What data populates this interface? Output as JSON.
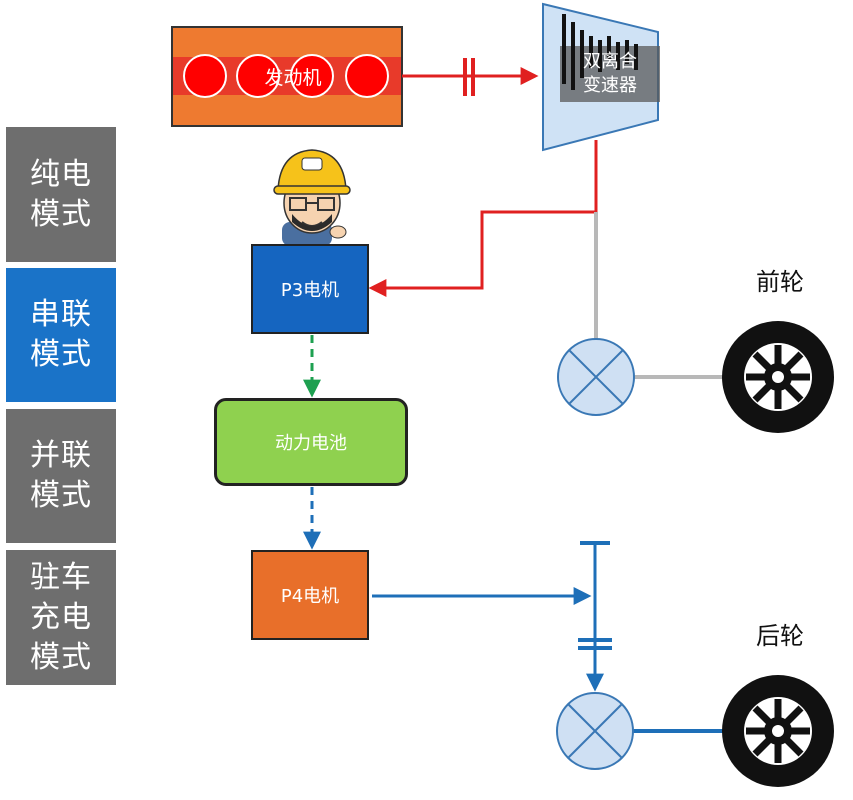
{
  "modes": [
    {
      "label": "纯电\n模式",
      "active": false
    },
    {
      "label": "串联\n模式",
      "active": true
    },
    {
      "label": "并联\n模式",
      "active": false
    },
    {
      "label": "驻车\n充电\n模式",
      "active": false
    }
  ],
  "components": {
    "engine": "发动机",
    "gearbox": "双离合\n变速器",
    "p3_motor": "P3电机",
    "battery": "动力电池",
    "p4_motor": "P4电机"
  },
  "wheels": {
    "front": "前轮",
    "rear": "后轮"
  },
  "colors": {
    "mode_inactive": "#6e6e6e",
    "mode_active": "#1a73c8",
    "engine_fill": "#ee7a30",
    "engine_band": "#e83a2a",
    "cylinder": "#ff0000",
    "gearbox_fill": "#cfe2f5",
    "gearbox_border": "#3a78b5",
    "p3_fill": "#1565c0",
    "battery_fill": "#8fd14f",
    "p4_fill": "#e86f2a",
    "red_flow": "#e02020",
    "green_flow": "#1ea050",
    "blue_flow": "#1e6fb8",
    "gray_shaft": "#b8b8b8",
    "diff_fill": "#cfe0f3"
  },
  "icons": {
    "engineer": "engineer-avatar-icon",
    "differential": "differential-icon",
    "wheel": "wheel-icon",
    "clutch": "clutch-icon"
  }
}
